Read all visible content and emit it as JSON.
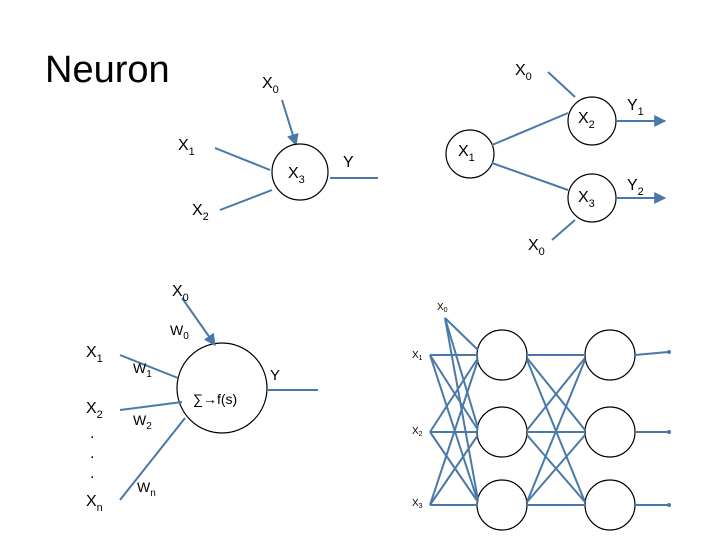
{
  "title": "Neuron",
  "top_diagram": {
    "left": {
      "inputs": [
        "X",
        "X",
        "X"
      ],
      "input_subs": [
        "0",
        "1",
        "2"
      ],
      "node": "X",
      "node_sub": "3",
      "output": "Y"
    },
    "right": {
      "node": "X",
      "node_sub": "1",
      "inputs_top": "X",
      "inputs_top_sub": "0",
      "mid_nodes": [
        "X",
        "X"
      ],
      "mid_subs": [
        "2",
        "3"
      ],
      "bottom": "X",
      "bottom_sub": "0",
      "outputs": [
        "Y",
        "Y"
      ],
      "output_subs": [
        "1",
        "2"
      ]
    }
  },
  "perceptron": {
    "bias_input": "X",
    "bias_sub": "0",
    "inputs": [
      "X",
      "X",
      "X"
    ],
    "input_subs": [
      "1",
      "2",
      "n"
    ],
    "dots": [
      ".",
      ".",
      "."
    ],
    "weights": [
      "W",
      "W",
      "W",
      "W"
    ],
    "weight_subs": [
      "0",
      "1",
      "2",
      "n"
    ],
    "function": "∑",
    "function_rest": "f(s)",
    "output": "Y"
  },
  "network": {
    "inputs": [
      "X",
      "X",
      "X",
      "X"
    ],
    "input_subs": [
      "0",
      "1",
      "2",
      "3"
    ]
  }
}
